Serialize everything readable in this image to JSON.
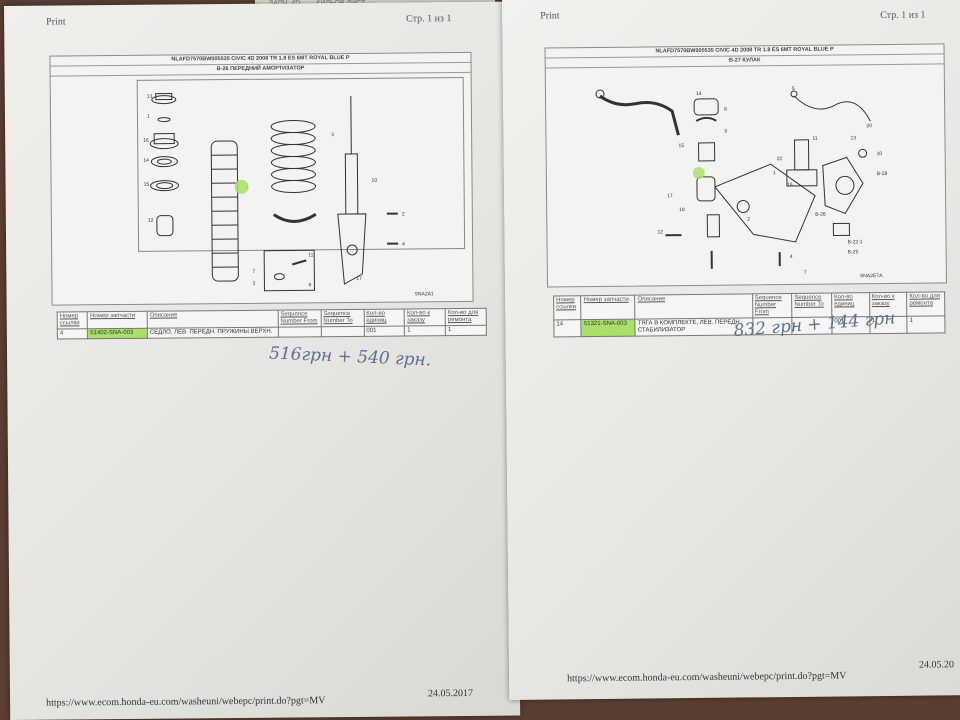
{
  "background_strip_top": {
    "text_a": "ЗАПЧ. 4D",
    "text_b": "КИЛЬОВ ЛИСТ"
  },
  "left_sheet": {
    "header_left": "Print",
    "header_right": "Стр. 1 из 1",
    "diagram_title": "NLAFD7570BW005535 CIVIC 4D 2008 TR 1.8 ES 6MT ROYAL BLUE P",
    "diagram_subtitle": "B-26 ПЕРЕДНИЙ АМОРТИЗАТОР",
    "diagram_code": "SNA2A1",
    "callouts": [
      "13",
      "1",
      "16",
      "14",
      "15",
      "12",
      "5",
      "3",
      "17",
      "10",
      "2",
      "4",
      "7",
      "3",
      "11",
      "8"
    ],
    "table_headers": [
      "Номер ссылки",
      "Номер запчасти",
      "Описание",
      "Sequence Number From",
      "Sequence Number To",
      "Кол-во единиц",
      "Кол-во к заказу",
      "Кол-во для ремонта"
    ],
    "table_row": [
      "4",
      "51402-SNA-003",
      "СЕДЛО, ЛЕВ. ПЕРЕДН. ПРУЖИНЫ ВЕРХН.",
      "",
      "",
      "001",
      "1",
      "1"
    ],
    "handwritten_note": "516грн + 540 грн.",
    "footer_url": "https://www.ecom.honda-eu.com/washeuni/webepc/print.do?pgt=MV",
    "footer_date": "24.05.2017"
  },
  "right_sheet": {
    "header_left": "Print",
    "header_right": "Стр. 1 из 1",
    "diagram_title": "NLAFD7570BW005535 CIVIC 4D 2008 TR 1.8 ES 6MT ROYAL BLUE P",
    "diagram_subtitle": "B-27 КУЛАК",
    "diagram_code": "SNA2E7A",
    "callouts": [
      "15",
      "14",
      "8",
      "9",
      "17",
      "18",
      "2",
      "1",
      "5",
      "11",
      "22",
      "16",
      "13",
      "10",
      "20",
      "4",
      "7",
      "12",
      "B-26",
      "B-28",
      "B-22-1",
      "B-25"
    ],
    "table_headers": [
      "Номер ссылки",
      "Номер запчасти",
      "Описание",
      "Sequence Number From",
      "Sequence Number To",
      "Кол-во единиц",
      "Кол-во к заказу",
      "Кол-во для ремонта"
    ],
    "table_row": [
      "14",
      "51321-SNA-003",
      "ТЯГА В КОМПЛЕКТЕ, ЛЕВ. ПЕРЕДН. СТАБИЛИЗАТОР",
      "",
      "",
      "001",
      "1",
      "1"
    ],
    "handwritten_note": "832 грн + 144 грн",
    "footer_url": "https://www.ecom.honda-eu.com/washeuni/webepc/print.do?pgt=MV",
    "footer_date": "24.05.20"
  },
  "colors": {
    "highlight": "#a8e06a",
    "ink": "#5d6f93",
    "paper": "#eceae6",
    "table": "#f5f5f3"
  }
}
